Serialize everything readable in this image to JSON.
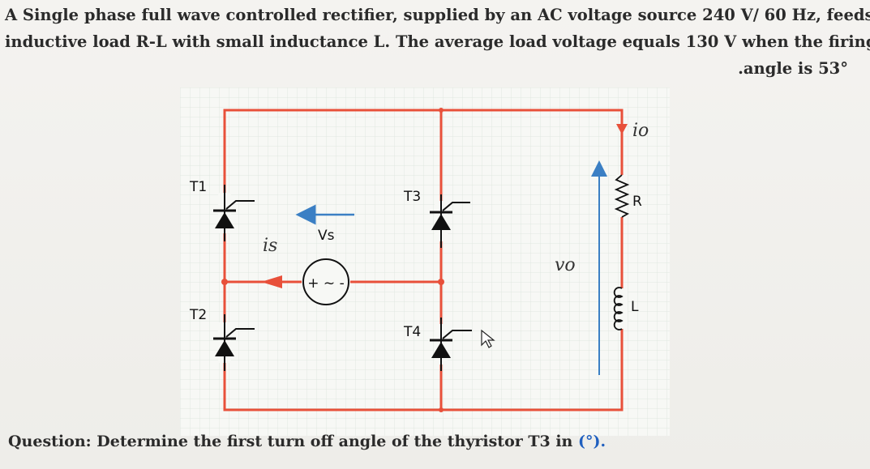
{
  "problem": {
    "line1": "A Single phase full wave controlled rectifier, supplied by an AC voltage source 240 V/ 60 Hz, feeds an",
    "line2": "inductive load R-L with small inductance L. The average load voltage equals 130 V when the firing",
    "line3": ".angle is 53°"
  },
  "circuit": {
    "labels": {
      "t1": "T1",
      "t2": "T2",
      "t3": "T3",
      "t4": "T4",
      "vs": "Vs",
      "is": "is",
      "vo": "vo",
      "io": "io",
      "r": "R",
      "l": "L",
      "source": "+ ~ -"
    },
    "colors": {
      "wire": "#e8503a",
      "thyristor": "#111111",
      "arrow": "#3b7fc4",
      "grid": "#e4e9e4"
    }
  },
  "question": {
    "text": "Question: Determine the first turn off angle of the thyristor T3 in",
    "unit": "(°)."
  }
}
